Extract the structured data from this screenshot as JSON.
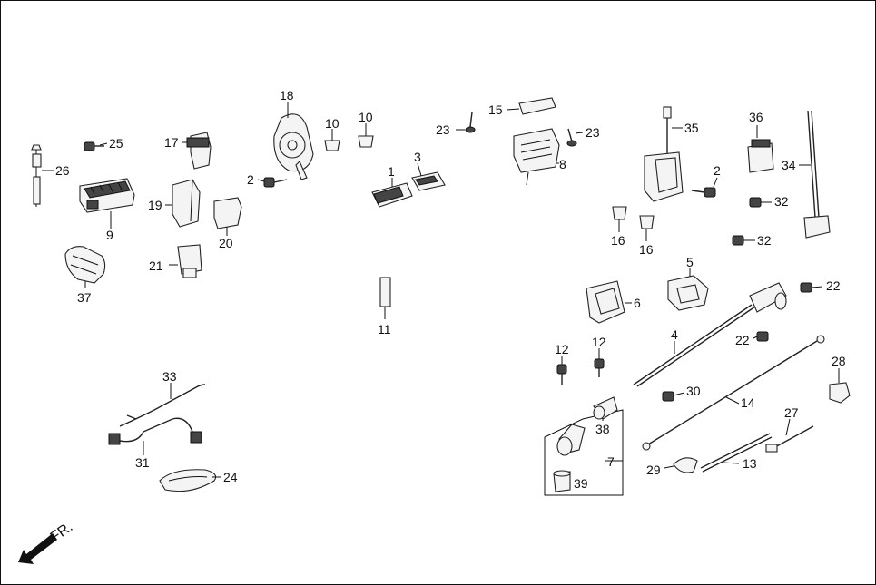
{
  "direction_label": "FR.",
  "callouts": [
    "1",
    "2",
    "2",
    "3",
    "4",
    "5",
    "6",
    "7",
    "8",
    "9",
    "10",
    "10",
    "11",
    "12",
    "12",
    "13",
    "14",
    "15",
    "16",
    "16",
    "17",
    "18",
    "19",
    "20",
    "21",
    "22",
    "22",
    "23",
    "23",
    "24",
    "25",
    "26",
    "27",
    "28",
    "29",
    "30",
    "31",
    "32",
    "32",
    "33",
    "34",
    "35",
    "36",
    "37",
    "38",
    "39"
  ]
}
